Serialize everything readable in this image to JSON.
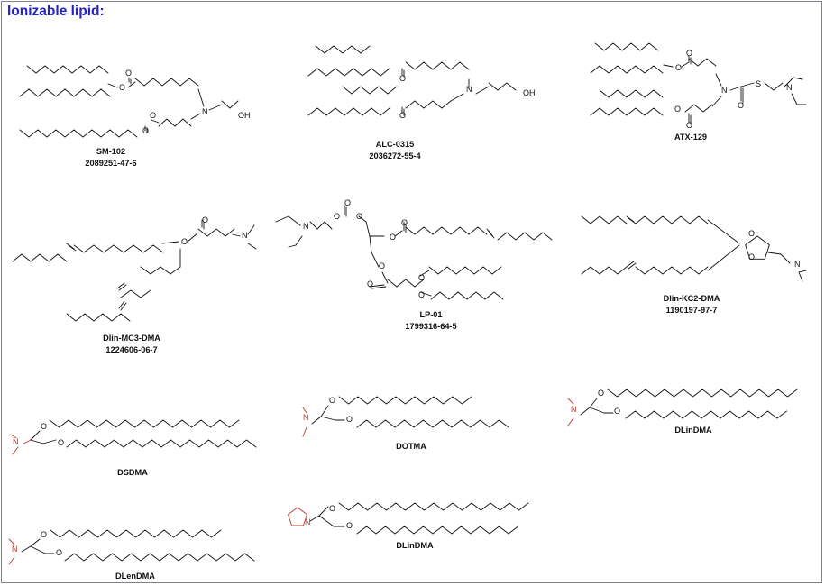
{
  "heading": "Ionizable lipid:",
  "atom_colors": {
    "default": "#111111",
    "headgroup": "#c0392b"
  },
  "molecules": [
    {
      "name": "SM-102",
      "cas": "2089251-47-6"
    },
    {
      "name": "ALC-0315",
      "cas": "2036272-55-4"
    },
    {
      "name": "ATX-129",
      "cas": ""
    },
    {
      "name": "Dlin-MC3-DMA",
      "cas": "1224606-06-7"
    },
    {
      "name": "LP-01",
      "cas": "1799316-64-5"
    },
    {
      "name": "Dlin-KC2-DMA",
      "cas": "1190197-97-7"
    },
    {
      "name": "DSDMA",
      "cas": ""
    },
    {
      "name": "DOTMA",
      "cas": ""
    },
    {
      "name": "DLinDMA",
      "cas": ""
    },
    {
      "name": "DLinDMA",
      "cas": ""
    },
    {
      "name": "DLenDMA",
      "cas": ""
    }
  ],
  "atoms": {
    "O": "O",
    "N": "N",
    "S": "S",
    "OH": "OH"
  }
}
